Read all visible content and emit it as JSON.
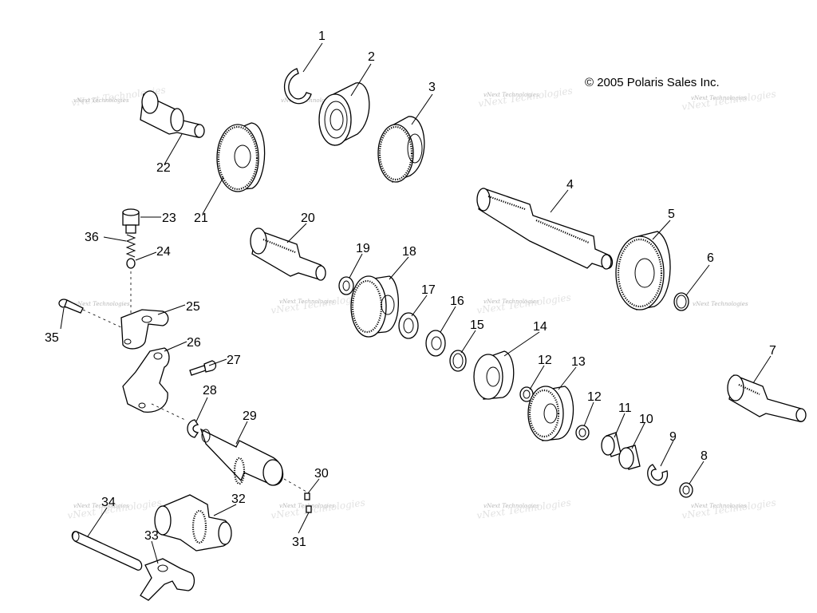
{
  "copyright": "© 2005 Polaris Sales Inc.",
  "watermark": "vNext Technologies",
  "callouts": [
    "1",
    "2",
    "3",
    "4",
    "5",
    "6",
    "7",
    "8",
    "9",
    "10",
    "11",
    "12",
    "12",
    "13",
    "14",
    "15",
    "16",
    "17",
    "18",
    "19",
    "20",
    "21",
    "22",
    "23",
    "24",
    "25",
    "26",
    "27",
    "28",
    "29",
    "30",
    "31",
    "32",
    "33",
    "34",
    "35",
    "36"
  ]
}
